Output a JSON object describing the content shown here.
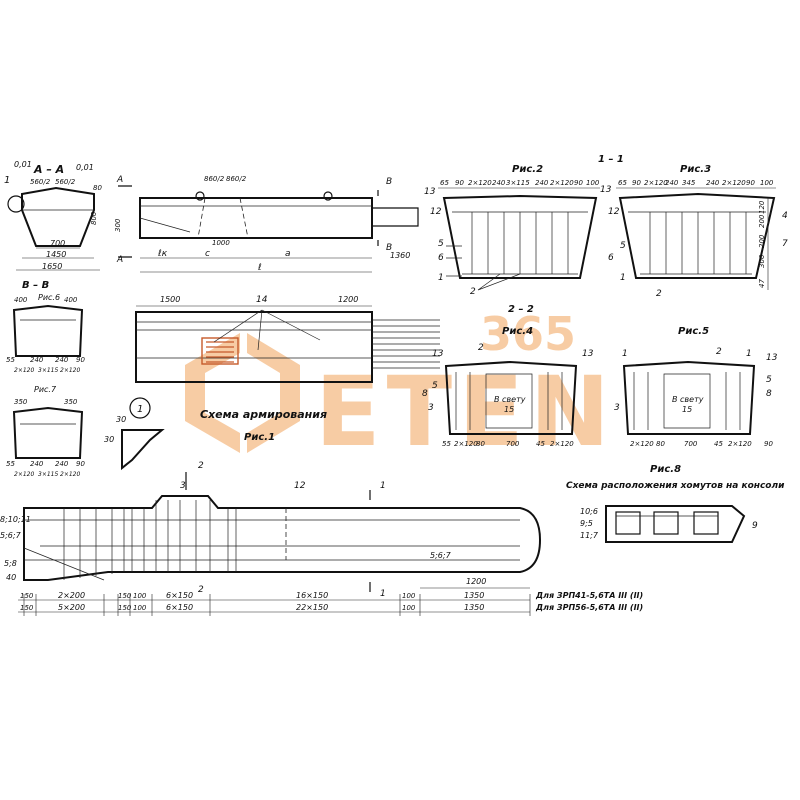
{
  "watermark": {
    "text": "ETEN",
    "number": "365",
    "color": "#f2a35a"
  },
  "colors": {
    "ink": "#111111",
    "watermark": "#f2a35a",
    "hatch": "#c65a2a"
  },
  "section_aa": {
    "title": "А – А",
    "slope_left": "0,01",
    "slope_right": "0,01",
    "top_dims": [
      "560/2",
      "560/2"
    ],
    "bottom_dim": "700",
    "base_dim": "1450",
    "total_dim": "1650",
    "height": "800",
    "top_h": "80",
    "callout": "1"
  },
  "elevation": {
    "marker_a": "А",
    "marker_b": "В",
    "top_dims": [
      "860/2",
      "860/2"
    ],
    "left_h": "300",
    "mid_dim": "1000",
    "labels": [
      "ℓк",
      "с",
      "а",
      "ℓ"
    ],
    "right_dim": "1360"
  },
  "section_bb": {
    "title": "В – В"
  },
  "fig6": {
    "title": "Рис.6",
    "top": [
      "400",
      "400"
    ],
    "bottom": [
      "55",
      "240",
      "240",
      "90"
    ],
    "bottom2": [
      "2×120",
      "3×115",
      "2×120"
    ]
  },
  "fig7": {
    "title": "Рис.7",
    "top": [
      "350",
      "350"
    ],
    "bottom": [
      "55",
      "240",
      "240",
      "90"
    ],
    "bottom2": [
      "2×120",
      "3×115",
      "2×120"
    ]
  },
  "reinf_plan": {
    "left": "1500",
    "mark": "14",
    "right": "1200",
    "caption": "Схема армирования"
  },
  "fig1": {
    "title": "Рис.1",
    "callout": "1",
    "dims": [
      "30",
      "30"
    ]
  },
  "fig2": {
    "title": "Рис.2",
    "top": [
      "65",
      "90",
      "2×120",
      "240",
      "3×115",
      "240",
      "2×120",
      "90",
      "100"
    ],
    "marks": [
      "13",
      "12",
      "5",
      "6",
      "1",
      "2"
    ]
  },
  "sec11": {
    "title": "1 – 1"
  },
  "fig3": {
    "title": "Рис.3",
    "top": [
      "65",
      "90",
      "2×120",
      "240",
      "345",
      "240",
      "2×120",
      "90",
      "100"
    ],
    "right": [
      "120",
      "200",
      "200",
      "306",
      "47"
    ],
    "marks": [
      "13",
      "12",
      "5",
      "6",
      "1",
      "2",
      "4",
      "7"
    ]
  },
  "sec22": {
    "title": "2 – 2"
  },
  "fig4": {
    "title": "Рис.4",
    "marks": [
      "13",
      "2",
      "13",
      "5",
      "8",
      "3"
    ],
    "bottom": [
      "55",
      "2×120",
      "80",
      "700",
      "45",
      "2×120"
    ],
    "inner": "В свету",
    "inner_val": "15"
  },
  "fig5": {
    "title": "Рис.5",
    "marks": [
      "1",
      "2",
      "1",
      "13",
      "5",
      "8",
      "3"
    ],
    "bottom": [
      "2×120",
      "80",
      "700",
      "45",
      "2×120",
      "90"
    ],
    "inner": "В свету",
    "inner_val": "15"
  },
  "fig8": {
    "title": "Рис.8",
    "caption": "Схема расположения хомутов на консоли",
    "marks": [
      "10;6",
      "9;5",
      "11;7",
      "9"
    ]
  },
  "beam": {
    "section_marks": [
      "2",
      "3",
      "12",
      "1",
      "2",
      "1"
    ],
    "left_marks": [
      "8;10;11",
      "5;6;7",
      "5;8",
      "40"
    ],
    "right_marks": [
      "5;6;7"
    ],
    "dims_top": [
      "150",
      "2×200",
      "150",
      "100",
      "6×150",
      "16×150",
      "100",
      "1350"
    ],
    "dims_bottom": [
      "150",
      "5×200",
      "150",
      "100",
      "6×150",
      "22×150",
      "100",
      "1350"
    ],
    "right_dim": "1200",
    "note_top": "Для ЗРП41-5,6ТА III (II)",
    "note_bottom": "Для ЗРП56-5,6ТА III (II)"
  }
}
